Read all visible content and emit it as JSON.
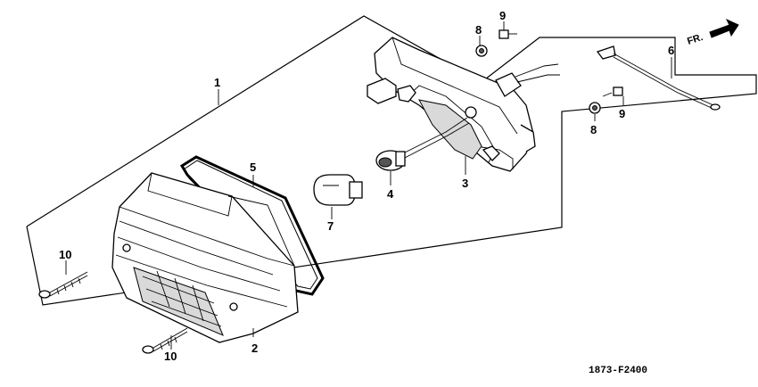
{
  "diagram": {
    "code": "1873-F2400",
    "direction_label": "FR.",
    "callouts": [
      {
        "id": "c1",
        "text": "1"
      },
      {
        "id": "c2",
        "text": "2"
      },
      {
        "id": "c3",
        "text": "3"
      },
      {
        "id": "c4",
        "text": "4"
      },
      {
        "id": "c5",
        "text": "5"
      },
      {
        "id": "c6",
        "text": "6"
      },
      {
        "id": "c7",
        "text": "7"
      },
      {
        "id": "c8a",
        "text": "8"
      },
      {
        "id": "c8b",
        "text": "8"
      },
      {
        "id": "c9a",
        "text": "9"
      },
      {
        "id": "c9b",
        "text": "9"
      },
      {
        "id": "c10a",
        "text": "10"
      },
      {
        "id": "c10b",
        "text": "10"
      }
    ]
  }
}
